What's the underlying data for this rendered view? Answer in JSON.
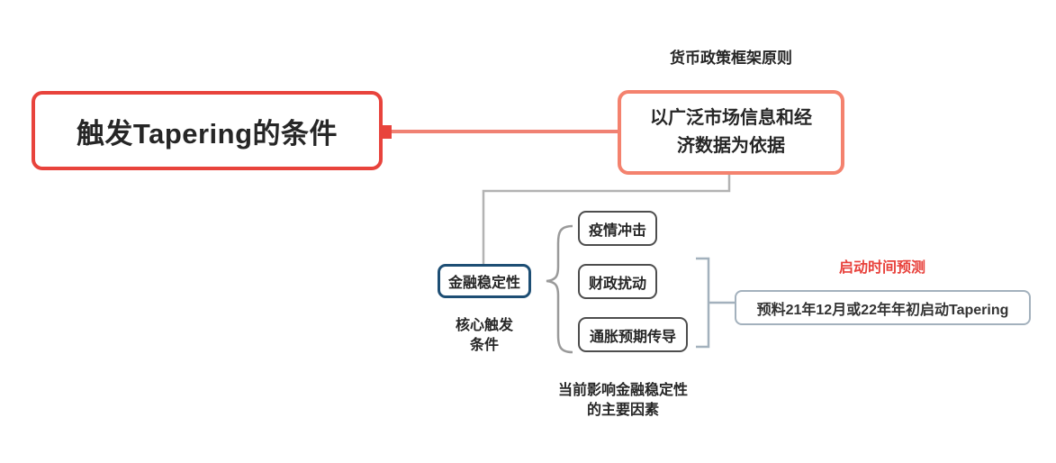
{
  "colors": {
    "root_border": "#e8433c",
    "root_link": "#f08173",
    "policy_border": "#f4826e",
    "gray_connector": "#b3b3b3",
    "stability_border": "#1d4e74",
    "factor_border": "#4d4d4d",
    "brace": "#9a9a9a",
    "bracket": "#a3b1bd",
    "prediction_border": "#a3b1bd",
    "prediction_caption_text": "#e8413b",
    "text": "#262626",
    "background": "#ffffff"
  },
  "root": {
    "label": "触发Tapering的条件"
  },
  "policy": {
    "caption": "货币政策框架原则",
    "label": "以广泛市场信息和经\n济数据为依据"
  },
  "stability": {
    "label": "金融稳定性",
    "caption": "核心触发\n条件"
  },
  "factors": {
    "items": [
      {
        "label": "疫情冲击"
      },
      {
        "label": "财政扰动"
      },
      {
        "label": "通胀预期传导"
      }
    ],
    "caption": "当前影响金融稳定性\n的主要因素"
  },
  "prediction": {
    "caption": "启动时间预测",
    "label": "预料21年12月或22年年初启动Tapering"
  }
}
